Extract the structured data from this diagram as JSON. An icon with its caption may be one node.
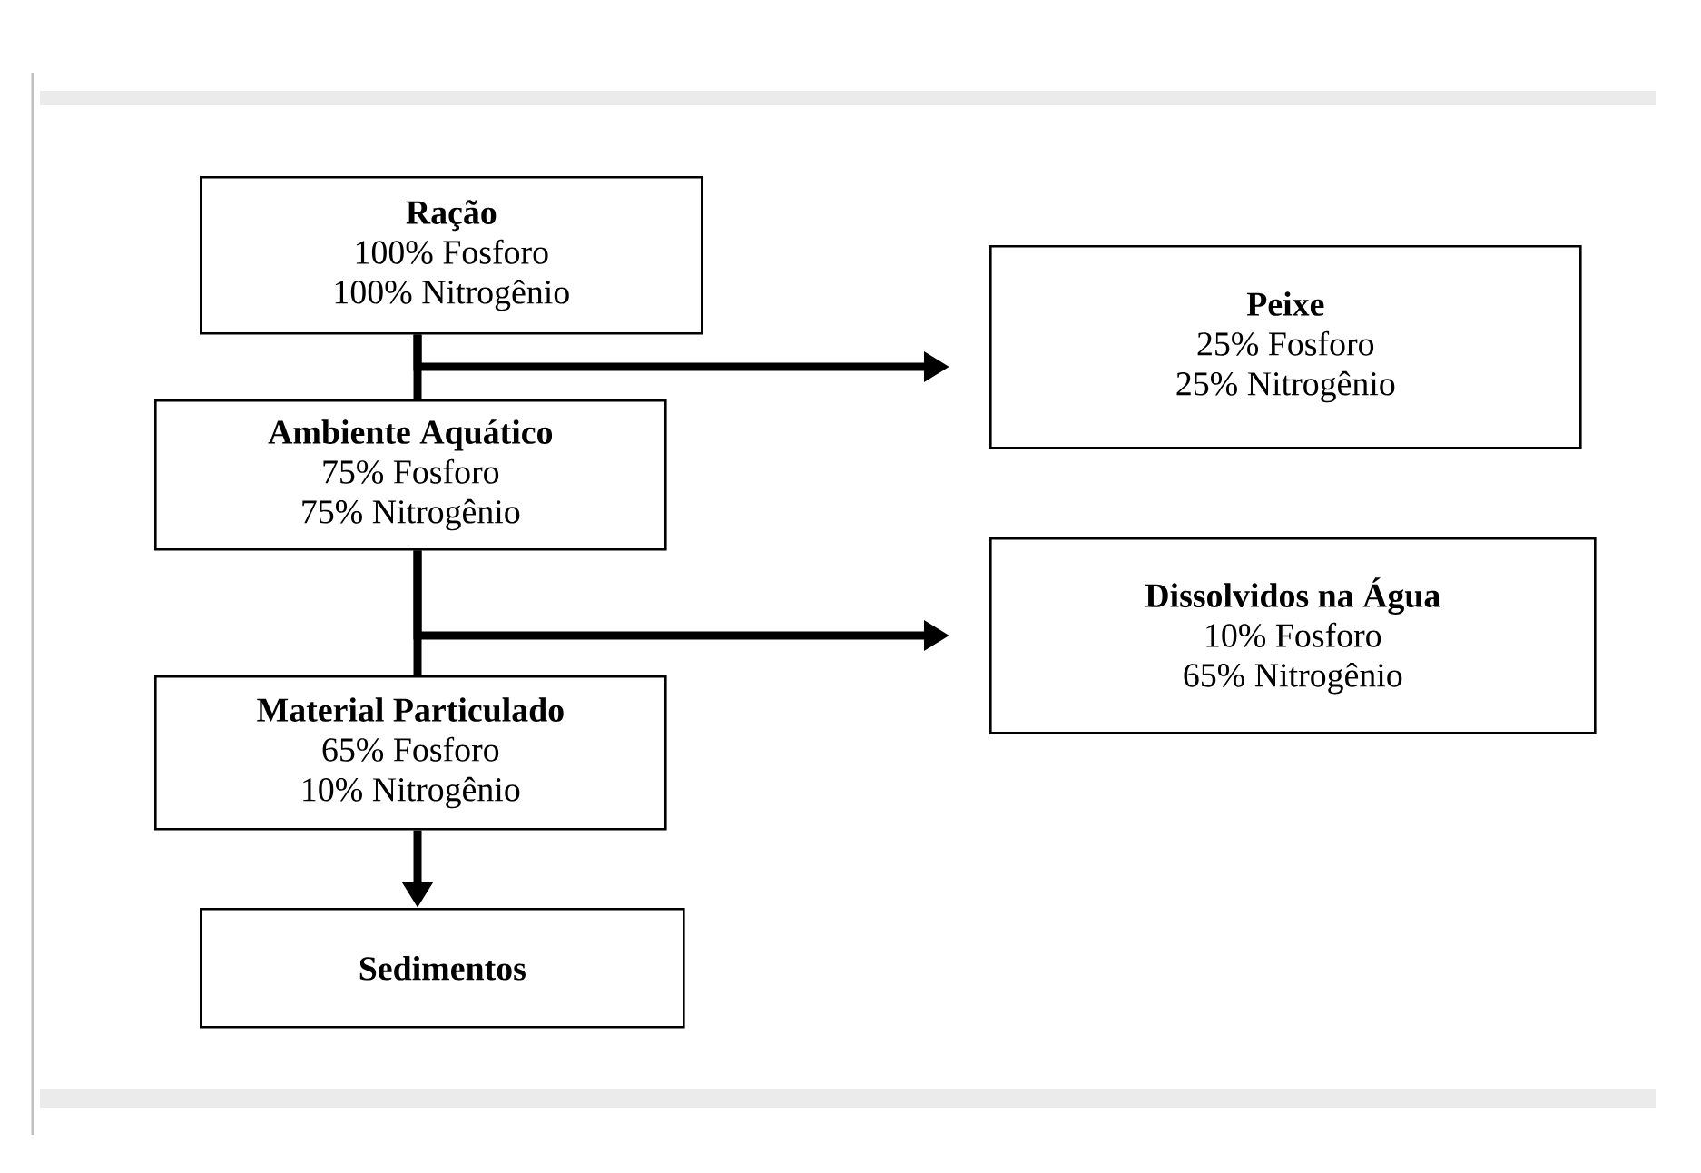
{
  "diagram": {
    "nodes": [
      {
        "text": [
          "Ração",
          "100% Fosforo",
          "100% Nitrogênio"
        ]
      },
      {
        "text": [
          "Ambiente Aquático",
          "75% Fosforo",
          "75% Nitrogênio"
        ]
      },
      {
        "text": [
          "Peixe",
          "25% Fosforo",
          "25% Nitrogênio"
        ]
      },
      {
        "text": [
          "Material Particulado",
          "65% Fosforo",
          "10% Nitrogênio"
        ]
      },
      {
        "text": [
          "Dissolvidos na Água",
          "10% Fosforo",
          "65% Nitrogênio"
        ]
      },
      {
        "text": [
          "Sedimentos"
        ]
      }
    ],
    "edges": [
      {
        "from": 0,
        "to": 1,
        "arrow": "none"
      },
      {
        "from": 0,
        "to": 2,
        "arrow": "to"
      },
      {
        "from": 1,
        "to": 3,
        "arrow": "none"
      },
      {
        "from": 1,
        "to": 4,
        "arrow": "to"
      },
      {
        "from": 3,
        "to": 5,
        "arrow": "to"
      }
    ]
  }
}
